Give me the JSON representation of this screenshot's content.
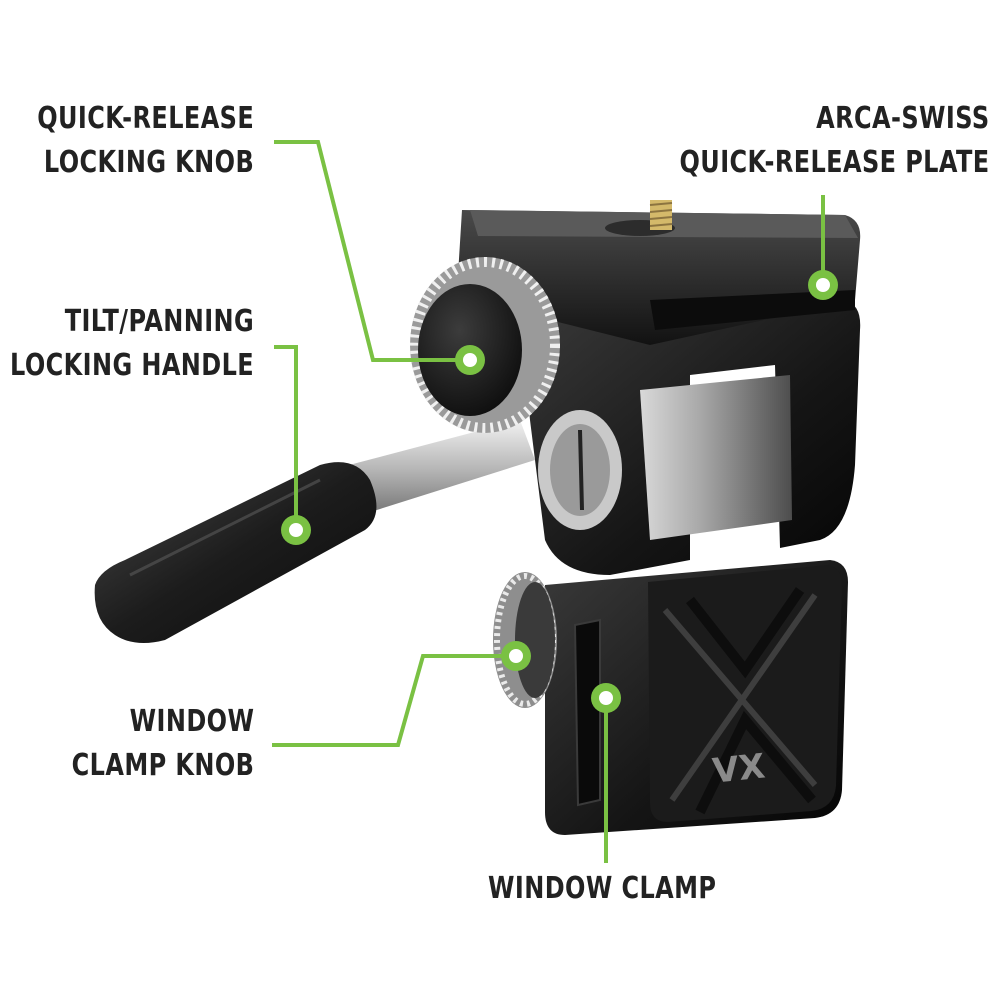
{
  "accent_color": "#7ac143",
  "labels": {
    "quick_release_knob": {
      "line1": "QUICK-RELEASE",
      "line2": "LOCKING KNOB"
    },
    "arca_plate": {
      "line1": "ARCA-SWISS",
      "line2": "QUICK-RELEASE PLATE"
    },
    "tilt_handle": {
      "line1": "TILT/PANNING",
      "line2": "LOCKING HANDLE"
    },
    "window_clamp_knob": {
      "line1": "WINDOW",
      "line2": "CLAMP KNOB"
    },
    "window_clamp": {
      "line1": "WINDOW CLAMP"
    }
  },
  "logo": "VX"
}
